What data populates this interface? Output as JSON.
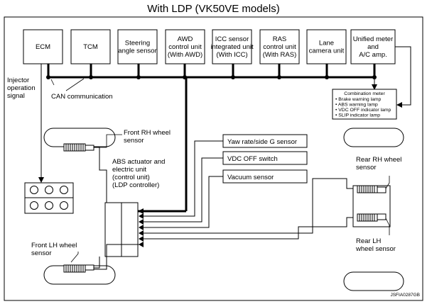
{
  "title": "With LDP (VK50VE models)",
  "modules": [
    {
      "lines": [
        "ECM"
      ]
    },
    {
      "lines": [
        "TCM"
      ]
    },
    {
      "lines": [
        "Steering",
        "angle sensor"
      ]
    },
    {
      "lines": [
        "AWD",
        "control unit",
        "(With AWD)"
      ]
    },
    {
      "lines": [
        "ICC sensor",
        "integrated unit",
        "(With ICC)"
      ]
    },
    {
      "lines": [
        "RAS",
        "control unit",
        "(With RAS)"
      ]
    },
    {
      "lines": [
        "Lane",
        "camera unit"
      ]
    },
    {
      "lines": [
        "Unified meter",
        "and",
        "A/C amp."
      ]
    }
  ],
  "labels": {
    "injector": [
      "Injector",
      "operation",
      "signal"
    ],
    "can": "CAN communication",
    "front_rh": [
      "Front RH wheel",
      "sensor"
    ],
    "front_lh": [
      "Front LH wheel",
      "sensor"
    ],
    "abs": [
      "ABS actuator and",
      "electric unit",
      "(control unit)",
      "(LDP controller)"
    ],
    "rear_rh": [
      "Rear RH wheel",
      "sensor"
    ],
    "rear_lh": [
      "Rear LH",
      "wheel sensor"
    ],
    "code": "JSFIA0287GB"
  },
  "sensors": [
    "Yaw rate/side G sensor",
    "VDC OFF switch",
    "Vacuum sensor"
  ],
  "combination_meter": {
    "title": "Combination meter",
    "items": [
      "Brake warning lamp",
      "ABS warning lamp",
      "VDC OFF indicator lamp",
      "SLIP indicator lamp"
    ]
  }
}
